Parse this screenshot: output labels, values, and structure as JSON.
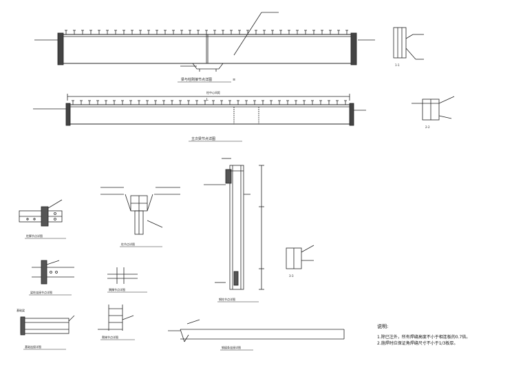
{
  "notes": {
    "title": "说明:",
    "lines": [
      "1.除已注外，所有焊缝高度不小于相连板的0.7倍。",
      "2.施焊时应保证角焊缝尺寸不小于1/3板厚。"
    ]
  },
  "drawing": {
    "captions": {
      "girder_top": "梁与柱刚接节点详图",
      "girder_mid": "主次梁节点详图",
      "node_left_a": "柱脚节点详图",
      "node_left_b": "梁柱连接节点详图",
      "node_left_c": "基础连接详图",
      "column_mid": "柱节点详图",
      "node_small_mid": "隅撑节点详图",
      "ladder": "爬梯节点详图",
      "column_tall": "钢柱节点详图",
      "bar_bottom": "钢檩条连接详图",
      "sec_1": "1-1",
      "sec_2": "2-2",
      "sec_3": "3-3"
    },
    "dims": {
      "span_label": "L",
      "span_text": "柱中心间距"
    }
  }
}
